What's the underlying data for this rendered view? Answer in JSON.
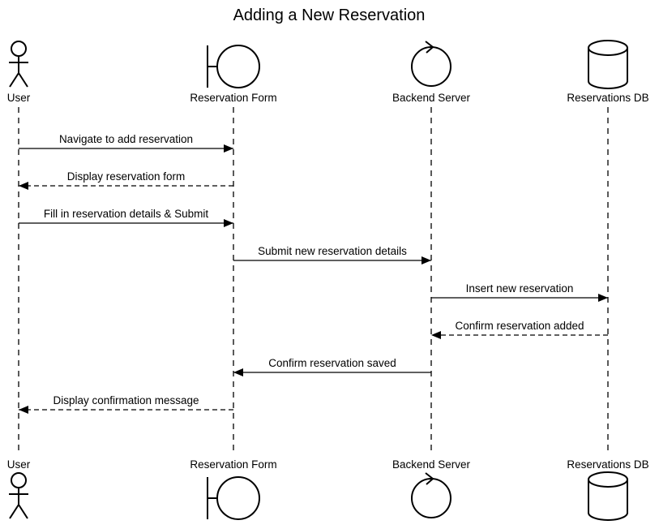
{
  "title": "Adding a New Reservation",
  "participants": [
    {
      "id": "user",
      "label": "User",
      "kind": "actor"
    },
    {
      "id": "form",
      "label": "Reservation Form",
      "kind": "boundary"
    },
    {
      "id": "server",
      "label": "Backend Server",
      "kind": "control"
    },
    {
      "id": "db",
      "label": "Reservations DB",
      "kind": "database"
    }
  ],
  "messages": [
    {
      "from": "user",
      "to": "form",
      "label": "Navigate to add reservation",
      "style": "sync"
    },
    {
      "from": "form",
      "to": "user",
      "label": "Display reservation form",
      "style": "reply"
    },
    {
      "from": "user",
      "to": "form",
      "label": "Fill in reservation details & Submit",
      "style": "sync"
    },
    {
      "from": "form",
      "to": "server",
      "label": "Submit new reservation details",
      "style": "sync"
    },
    {
      "from": "server",
      "to": "db",
      "label": "Insert new reservation",
      "style": "sync"
    },
    {
      "from": "db",
      "to": "server",
      "label": "Confirm reservation added",
      "style": "reply"
    },
    {
      "from": "server",
      "to": "form",
      "label": "Confirm reservation saved",
      "style": "sync"
    },
    {
      "from": "form",
      "to": "user",
      "label": "Display confirmation message",
      "style": "reply"
    }
  ],
  "colors": {
    "line": "#000000",
    "background": "#ffffff"
  }
}
